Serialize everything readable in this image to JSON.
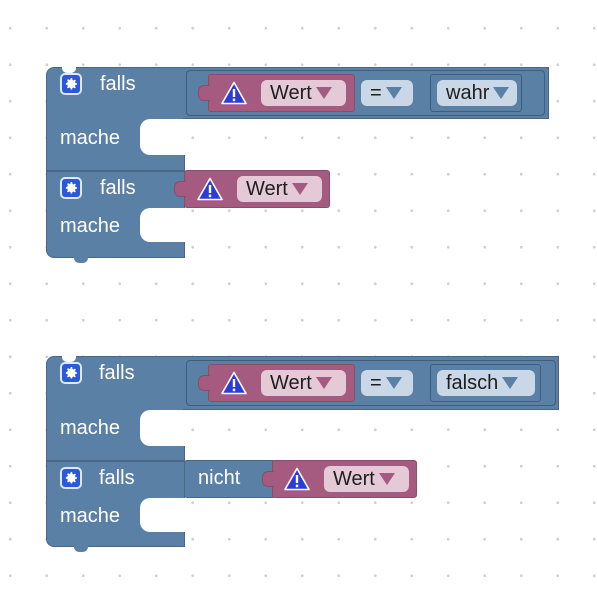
{
  "workspace": {
    "groups": [
      {
        "if_label": "falls",
        "do_label": "mache",
        "variable": "Wert",
        "operator": "=",
        "bool_value": "wahr"
      },
      {
        "if_label": "falls",
        "do_label": "mache",
        "variable": "Wert"
      },
      {
        "if_label": "falls",
        "do_label": "mache",
        "variable": "Wert",
        "operator": "=",
        "bool_value": "falsch"
      },
      {
        "if_label": "falls",
        "do_label": "mache",
        "not_label": "nicht",
        "variable": "Wert"
      }
    ]
  },
  "icons": {
    "mutator": "gear-icon",
    "warning": "warning-icon",
    "dropdown": "dropdown-arrow-icon"
  },
  "colors": {
    "logic_block": "#5b80a5",
    "variable_block": "#a55b80",
    "warning_icon": "#2b3bd6"
  }
}
